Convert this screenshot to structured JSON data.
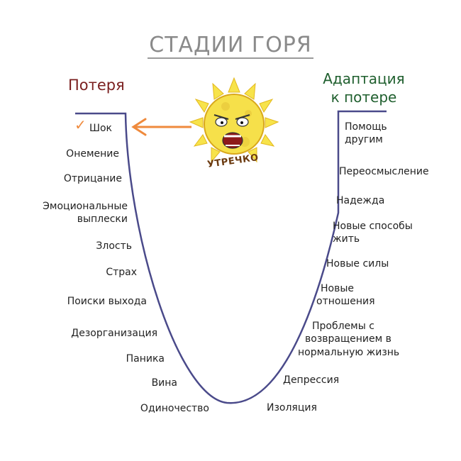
{
  "title": "СТАДИИ ГОРЯ",
  "headings": {
    "left": "Потеря",
    "right_line1": "Адаптация",
    "right_line2": "к потере"
  },
  "mascot": {
    "label": "УТРЕЧКО",
    "icon": "angry-sun-icon"
  },
  "check_mark": "✓",
  "left_stages": [
    "Шок",
    "Онемение",
    "Отрицание",
    "Эмоциональные",
    "выплески",
    "Злость",
    "Страх",
    "Поиски выхода",
    "Дезорганизация",
    "Паника",
    "Вина",
    "Одиночество"
  ],
  "right_stages": [
    "Помощь",
    "другим",
    "Переосмысление",
    "Надежда",
    "Новые способы",
    "жить",
    "Новые силы",
    "Новые",
    "отношения",
    "Проблемы с",
    "возвращением в",
    "нормальную жизнь",
    "Депрессия",
    "Изоляция"
  ],
  "colors": {
    "curve": "#4a4a8a",
    "arrow": "#ef8a3c",
    "loss": "#7a1f1f",
    "adaptation": "#1f5f2e",
    "title": "#8a8a8a"
  }
}
